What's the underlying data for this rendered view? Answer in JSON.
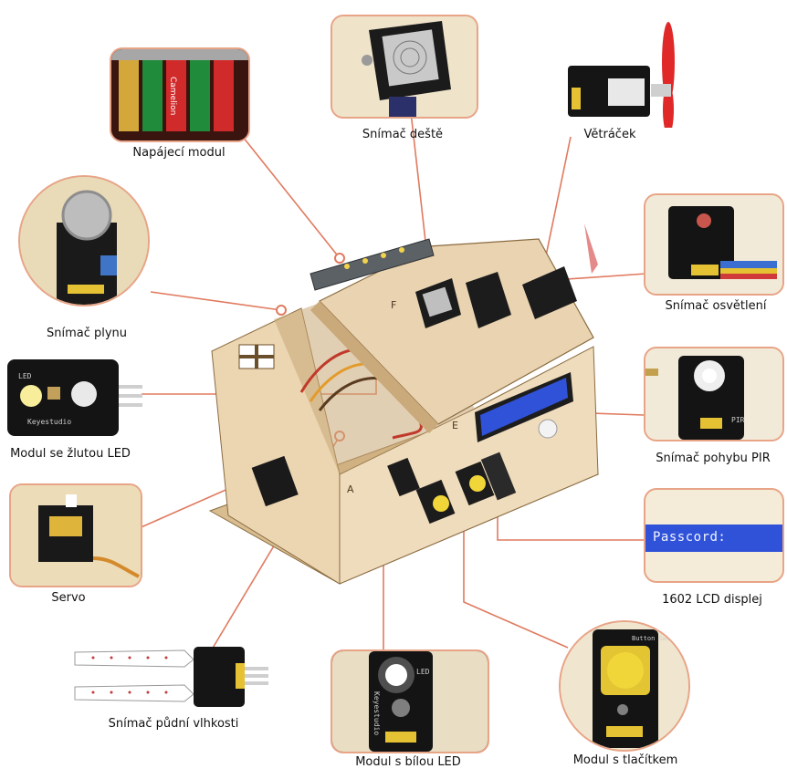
{
  "labels": {
    "power": "Napájecí modul",
    "rain": "Snímač deště",
    "fan": "Větráček",
    "gas": "Snímač plynu",
    "light": "Snímač osvětlení",
    "yellow_led": "Modul se žlutou LED",
    "pir": "Snímač pohybu PIR",
    "servo": "Servo",
    "lcd": "1602 LCD displej",
    "soil": "Snímač půdní vlhkosti",
    "white_led": "Modul s bílou LED",
    "button": "Modul s tlačítkem"
  },
  "thumbnails": {
    "lcd_screen_text": "Passcord:",
    "pcb_brand": "Keyestudio",
    "yellow_led_pcb_text": "LED",
    "button_pcb_text": "Button Switch",
    "white_led_pcb_text": "LED",
    "pir_pcb_text": "PIR",
    "battery_brand": "Camelion"
  },
  "colors": {
    "leader_line": "#e07a5f",
    "board_bg": "#ead9b8",
    "wood": "#e9d3b0",
    "wood_dark": "#caa97a",
    "pcb": "#151515",
    "lcd_blue": "#2f52d8",
    "button_yellow": "#f1d63a",
    "fan_red": "#e02828"
  }
}
